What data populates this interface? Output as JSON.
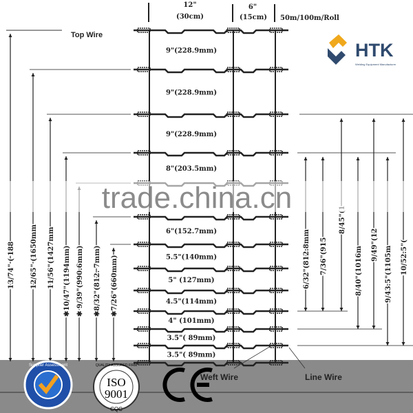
{
  "header": {
    "spacing_1": "12\"",
    "spacing_1_metric": "(30cm)",
    "spacing_2": "6\"",
    "spacing_2_metric": "(15cm)",
    "roll": "50m/100m/Roll"
  },
  "labels": {
    "top_wire": "Top Wire",
    "weft_wire": "Weft Wire",
    "line_wire": "Line Wire"
  },
  "logo": {
    "brand": "HTK",
    "tagline": "Welding Equipment Manufacturer",
    "brand_color": "#2f4a6e",
    "accent_color": "#f0a81c"
  },
  "gaps": [
    "9\"(228.9mm)",
    "9\"(228.9mm)",
    "9\"(228.9mm)",
    "8\"(203.5mm)",
    "",
    "6\"(152.7mm)",
    "5.5\"(140mm)",
    "5\"  (127mm)",
    "4.5\"(114mm)",
    "4\"  (101mm)",
    "3.5\"( 89mm)",
    "3.5\"( 89mm)"
  ],
  "left_dims": [
    "13/74\" ( 188",
    "12/65\"  (1650mm",
    "11/56\"(1427mm",
    "✱10/47\"(1194mm)",
    "✱ 9/39\"(990.6mm)",
    "✱8/32\"(812. 7mm)",
    "✱7/26\"(660mm)"
  ],
  "right_dims": [
    "6/32\"(812.8mm",
    "7/36\"(915",
    "8/45\"(1",
    "8/40\"(1016m",
    "9/49\"(12",
    "9/43.5\"(1105m",
    "10/52.5\"("
  ],
  "watermark": "trade.china.cn",
  "badges": {
    "supplier": "Supplier Assessment",
    "iso": "ISO",
    "iso_num": "9001",
    "iso_ring": "QUALITY ASSURED FIRM",
    "cqc": "CQC",
    "ce": "CE"
  }
}
